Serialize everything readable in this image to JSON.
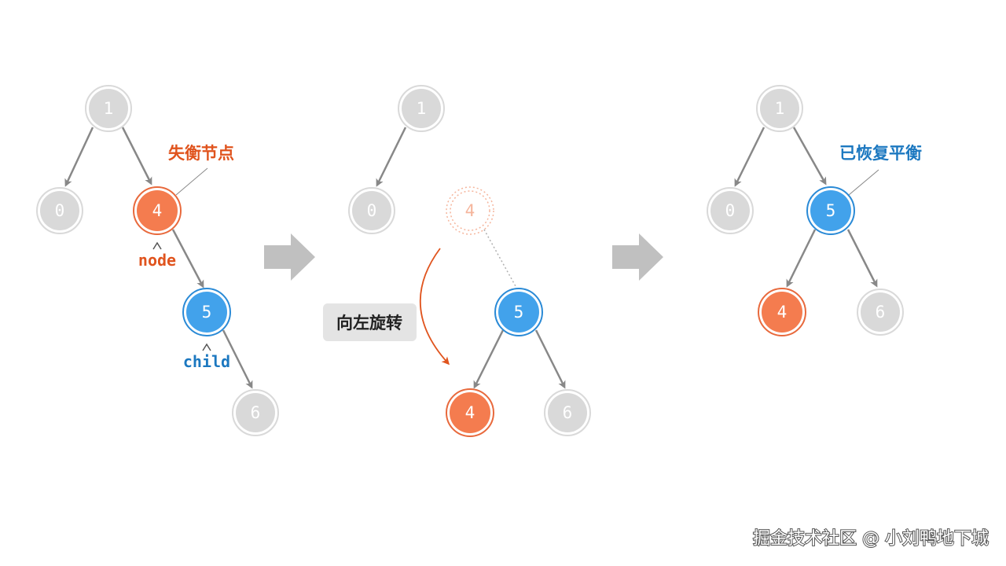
{
  "colors": {
    "gray_fill": "#d9d9d9",
    "gray_ring": "#d9d9d9",
    "gray_text": "#ffffff",
    "orange_fill": "#f47c4f",
    "orange_ring": "#e8693c",
    "blue_fill": "#42a2eb",
    "blue_ring": "#2a8ad6",
    "edge": "#888888",
    "orange_text": "#e0541e",
    "blue_text": "#1c78c0",
    "big_arrow": "#c0c0c0",
    "tag_bg": "#e4e4e4",
    "tag_text": "#222222"
  },
  "panel1": {
    "nodes": {
      "n1": "1",
      "n0": "0",
      "n4": "4",
      "n5": "5",
      "n6": "6"
    },
    "unbalanced_label": "失衡节点",
    "node_label": "node",
    "child_label": "child"
  },
  "panel2": {
    "nodes": {
      "n1": "1",
      "n0": "0",
      "n4_ghost": "4",
      "n5": "5",
      "n4": "4",
      "n6": "6"
    },
    "rotate_label": "向左旋转"
  },
  "panel3": {
    "nodes": {
      "n1": "1",
      "n0": "0",
      "n5": "5",
      "n4": "4",
      "n6": "6"
    },
    "balanced_label": "已恢复平衡"
  },
  "watermark": "掘金技术社区 @ 小刘鸭地下城"
}
